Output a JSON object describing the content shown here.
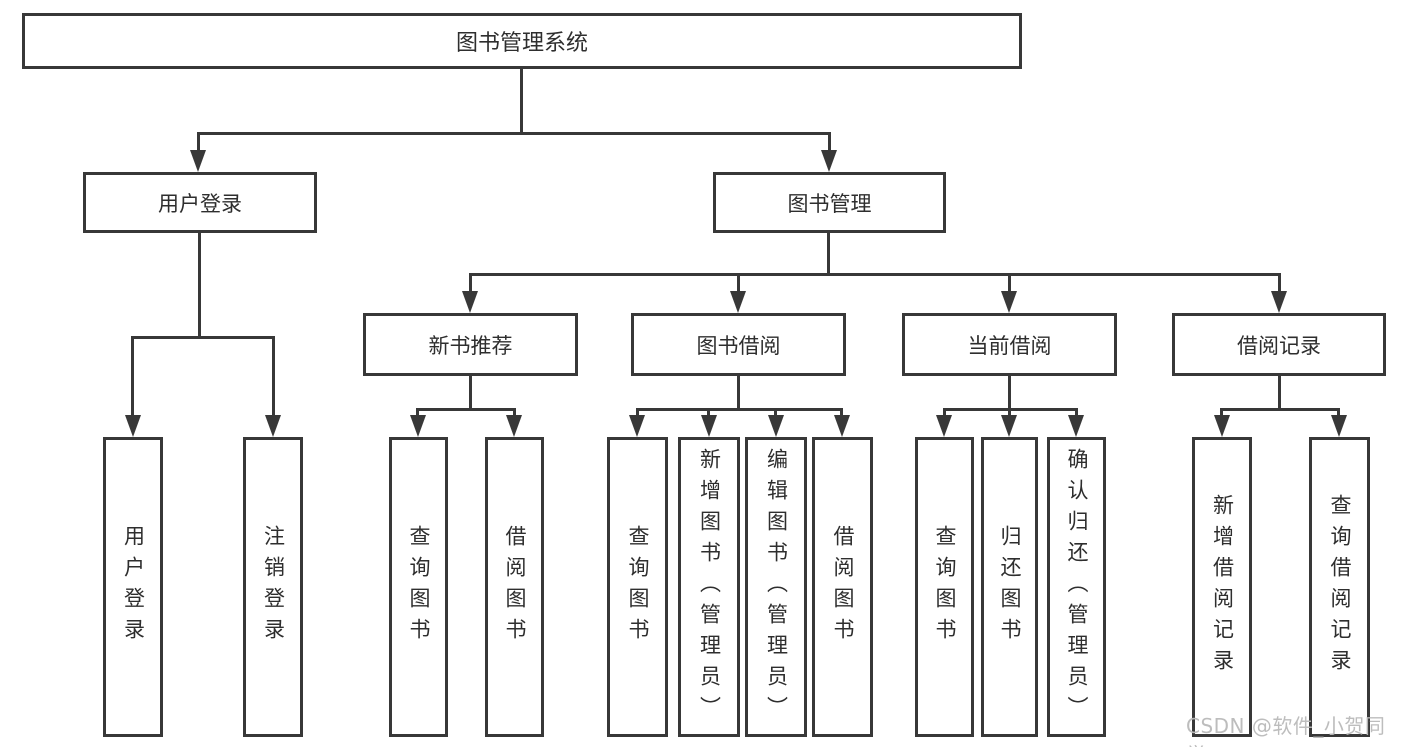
{
  "diagram_title": "图书管理系统",
  "colors": {
    "line": "#383838",
    "text": "#2e2e2e",
    "background": "#ffffff",
    "watermark": "#b9b9b9"
  },
  "tree": {
    "root": {
      "label": "图书管理系统"
    },
    "branches": [
      {
        "label": "用户登录",
        "children": [
          {
            "label": "用户登录"
          },
          {
            "label": "注销登录"
          }
        ]
      },
      {
        "label": "图书管理",
        "children": [
          {
            "label": "新书推荐",
            "children": [
              {
                "label": "查询图书"
              },
              {
                "label": "借阅图书"
              }
            ]
          },
          {
            "label": "图书借阅",
            "children": [
              {
                "label": "查询图书"
              },
              {
                "label": "新增图书（管理员）"
              },
              {
                "label": "编辑图书（管理员）"
              },
              {
                "label": "借阅图书"
              }
            ]
          },
          {
            "label": "当前借阅",
            "children": [
              {
                "label": "查询图书"
              },
              {
                "label": "归还图书"
              },
              {
                "label": "确认归还（管理员）"
              }
            ]
          },
          {
            "label": "借阅记录",
            "children": [
              {
                "label": "新增借阅记录"
              },
              {
                "label": "查询借阅记录"
              }
            ]
          }
        ]
      }
    ]
  },
  "watermark": {
    "text": "CSDN @软件_小贺同学"
  }
}
